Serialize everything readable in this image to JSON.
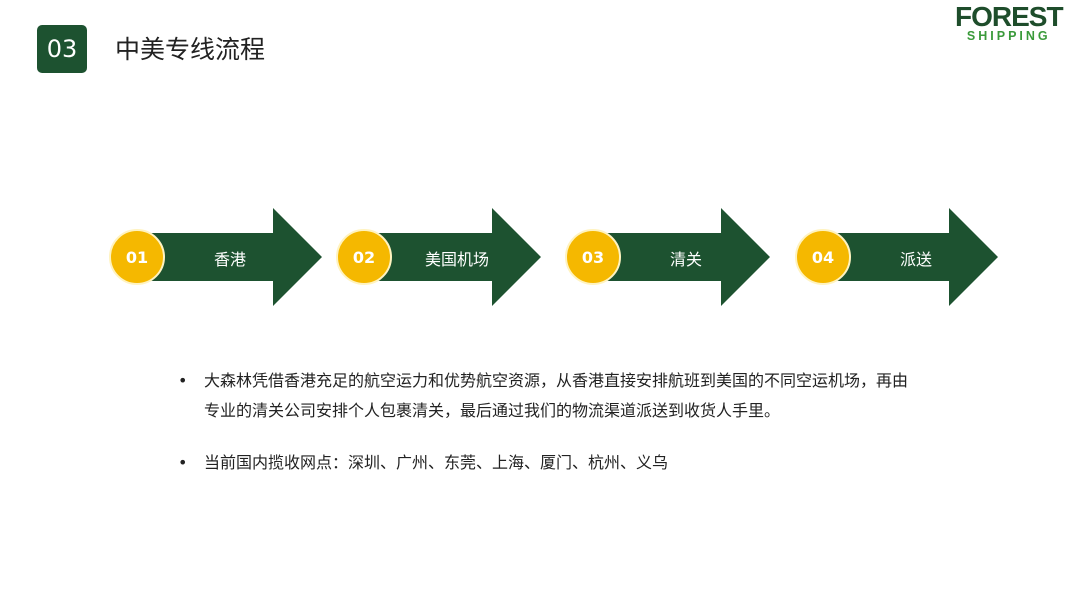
{
  "section_number": "03",
  "title": "中美专线流程",
  "logo": {
    "line1": "FOREST",
    "line2": "SHIPPING"
  },
  "colors": {
    "green": "#1d5230",
    "yellow": "#f5b800"
  },
  "steps": [
    {
      "num": "01",
      "label": "香港"
    },
    {
      "num": "02",
      "label": "美国机场"
    },
    {
      "num": "03",
      "label": "清关"
    },
    {
      "num": "04",
      "label": "派送"
    }
  ],
  "bullets": [
    "大森林凭借香港充足的航空运力和优势航空资源，从香港直接安排航班到美国的不同空运机场，再由专业的清关公司安排个人包裹清关，最后通过我们的物流渠道派送到收货人手里。",
    "当前国内揽收网点：深圳、广州、东莞、上海、厦门、杭州、义乌"
  ]
}
